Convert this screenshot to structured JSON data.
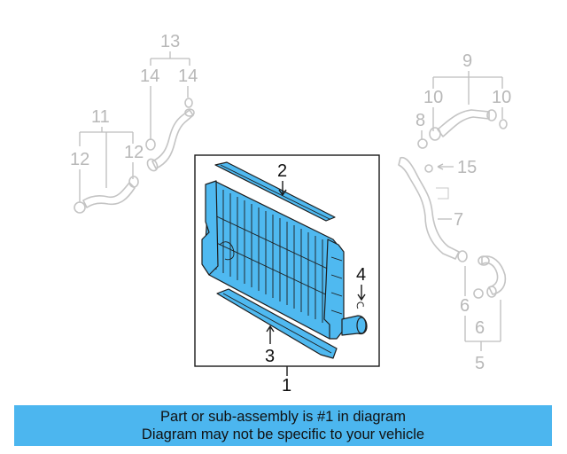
{
  "callouts": {
    "c1": "1",
    "c2": "2",
    "c3": "3",
    "c4": "4",
    "c5": "5",
    "c6a": "6",
    "c6b": "6",
    "c7": "7",
    "c8": "8",
    "c9": "9",
    "c10a": "10",
    "c10b": "10",
    "c11": "11",
    "c12a": "12",
    "c12b": "12",
    "c13": "13",
    "c14a": "14",
    "c14b": "14",
    "c15": "15"
  },
  "banner": {
    "line1": "Part or sub-assembly is #1 in diagram",
    "line2": "Diagram may not be specific to your vehicle"
  },
  "colors": {
    "highlight": "#4fb9f0",
    "banner": "#4cb6ef",
    "ghost_parts": "#c4c4c4"
  }
}
